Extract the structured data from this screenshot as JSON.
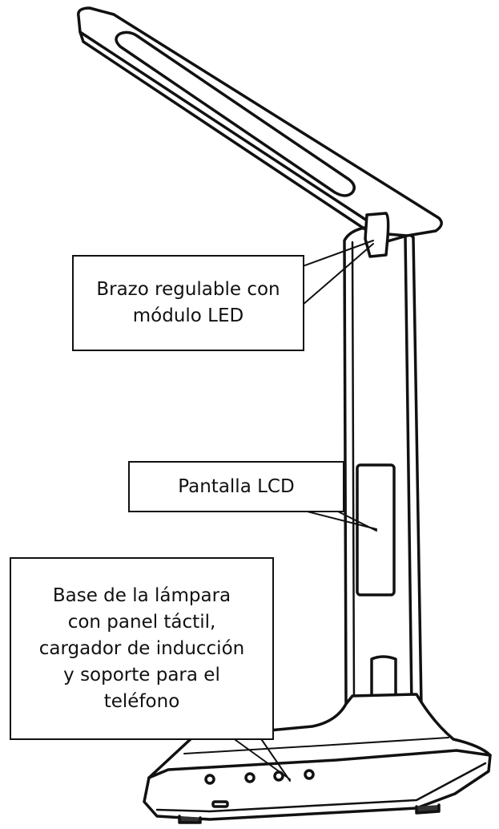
{
  "callouts": {
    "arm": "Brazo regulable con\nmódulo LED",
    "lcd": "Pantalla LCD",
    "base": "Base de la lámpara\ncon panel táctil,\ncargador de inducción\ny soporte para el\nteléfono"
  },
  "colors": {
    "line": "#111111",
    "background": "#ffffff"
  }
}
